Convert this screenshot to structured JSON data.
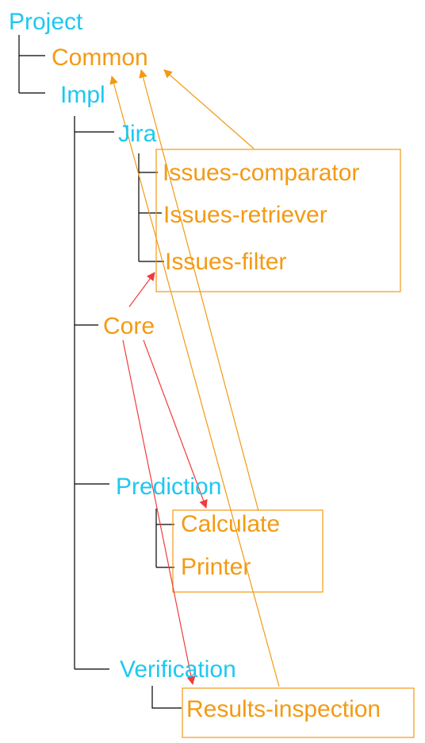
{
  "nodes": {
    "project": "Project",
    "common": "Common",
    "impl": "Impl",
    "jira": "Jira",
    "issues_comparator": "Issues-comparator",
    "issues_retriever": "Issues-retriever",
    "issues_filter": "Issues-filter",
    "core": "Core",
    "prediction": "Prediction",
    "calculate": "Calculate",
    "printer": "Printer",
    "verification": "Verification",
    "results_inspection": "Results-inspection"
  },
  "colors": {
    "folder": "#1ec8f0",
    "module": "#f39a14",
    "dependency_orange": "#f39a14",
    "dependency_red": "#f03c3c",
    "tree_line": "#000000"
  },
  "dependencies": [
    {
      "from": "issues_comparator_group",
      "to": "common",
      "color": "orange"
    },
    {
      "from": "calculate_group",
      "to": "common",
      "color": "orange"
    },
    {
      "from": "results_inspection",
      "to": "common",
      "color": "orange"
    },
    {
      "from": "core",
      "to": "issues_filter",
      "color": "red"
    },
    {
      "from": "core",
      "to": "calculate",
      "color": "red"
    },
    {
      "from": "core",
      "to": "results_inspection",
      "color": "red"
    }
  ]
}
